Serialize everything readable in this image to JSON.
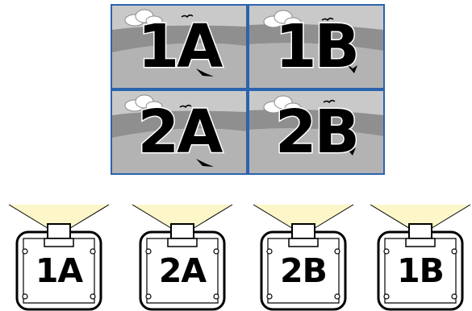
{
  "screen_tiles": [
    {
      "label": "1A"
    },
    {
      "label": "1B"
    },
    {
      "label": "2A"
    },
    {
      "label": "2B"
    }
  ],
  "projectors": [
    {
      "label": "1A"
    },
    {
      "label": "2A"
    },
    {
      "label": "2B"
    },
    {
      "label": "1B"
    }
  ],
  "colors": {
    "frame": "#2b63ad",
    "sky": "#c9c9c9",
    "sea": "#8f8f8f",
    "beach": "#b3b3b3",
    "light_beam": "#fdf6c8"
  }
}
